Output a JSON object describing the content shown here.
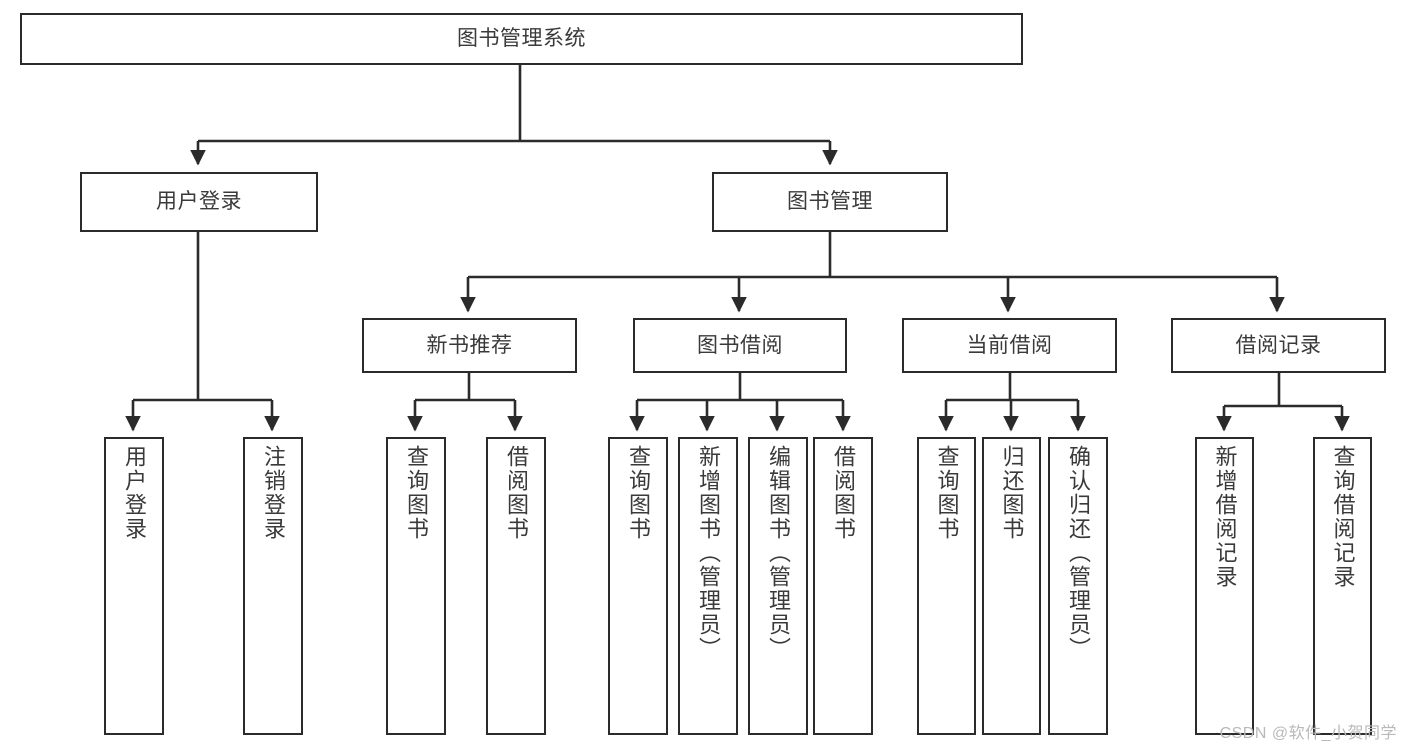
{
  "diagram": {
    "title": "图书管理系统",
    "type": "hierarchy-tree",
    "line_color": "#2b2b2b",
    "box_fill": "#ffffff",
    "text_color": "#3a3a3a",
    "nodes": {
      "root": {
        "label": "图书管理系统"
      },
      "login": {
        "label": "用户登录"
      },
      "bookmgmt": {
        "label": "图书管理"
      },
      "newbook": {
        "label": "新书推荐"
      },
      "borrow": {
        "label": "图书借阅"
      },
      "current": {
        "label": "当前借阅"
      },
      "record": {
        "label": "借阅记录"
      },
      "leaf1": {
        "label": "用户登录"
      },
      "leaf2": {
        "label": "注销登录"
      },
      "leaf3": {
        "label": "查询图书"
      },
      "leaf4": {
        "label": "借阅图书"
      },
      "leaf5": {
        "label": "查询图书"
      },
      "leaf6": {
        "label": "新增图书（管理员）"
      },
      "leaf7": {
        "label": "编辑图书（管理员）"
      },
      "leaf8": {
        "label": "借阅图书"
      },
      "leaf9": {
        "label": "查询图书"
      },
      "leaf10": {
        "label": "归还图书"
      },
      "leaf11": {
        "label": "确认归还（管理员）"
      },
      "leaf12": {
        "label": "新增借阅记录"
      },
      "leaf13": {
        "label": "查询借阅记录"
      }
    },
    "edges": [
      {
        "from": "root",
        "to": "login"
      },
      {
        "from": "root",
        "to": "bookmgmt"
      },
      {
        "from": "login",
        "to": "leaf1"
      },
      {
        "from": "login",
        "to": "leaf2"
      },
      {
        "from": "bookmgmt",
        "to": "newbook"
      },
      {
        "from": "bookmgmt",
        "to": "borrow"
      },
      {
        "from": "bookmgmt",
        "to": "current"
      },
      {
        "from": "bookmgmt",
        "to": "record"
      },
      {
        "from": "newbook",
        "to": "leaf3"
      },
      {
        "from": "newbook",
        "to": "leaf4"
      },
      {
        "from": "borrow",
        "to": "leaf5"
      },
      {
        "from": "borrow",
        "to": "leaf6"
      },
      {
        "from": "borrow",
        "to": "leaf7"
      },
      {
        "from": "borrow",
        "to": "leaf8"
      },
      {
        "from": "current",
        "to": "leaf9"
      },
      {
        "from": "current",
        "to": "leaf10"
      },
      {
        "from": "current",
        "to": "leaf11"
      },
      {
        "from": "record",
        "to": "leaf12"
      },
      {
        "from": "record",
        "to": "leaf13"
      }
    ]
  },
  "watermark": {
    "text": "CSDN @软件_小贺同学"
  }
}
